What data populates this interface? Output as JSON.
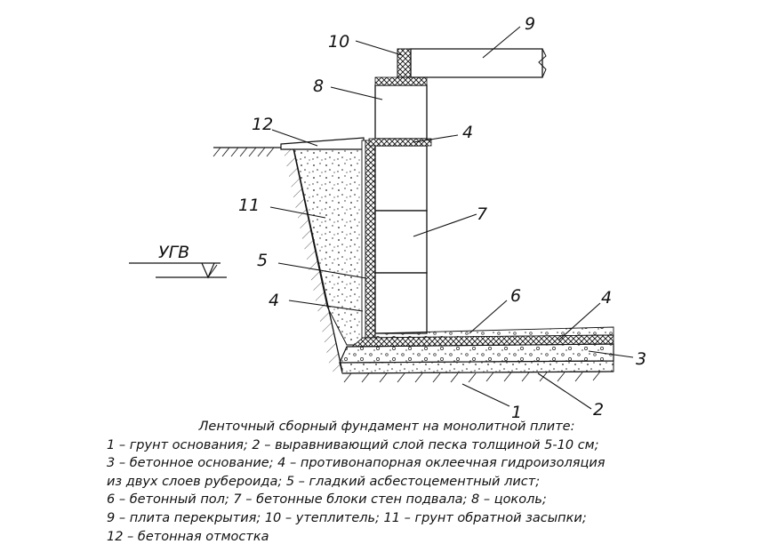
{
  "diagram": {
    "labels": [
      "1",
      "2",
      "3",
      "4",
      "4",
      "4",
      "5",
      "6",
      "7",
      "8",
      "9",
      "10",
      "11",
      "12"
    ],
    "ugv_label": "УГВ"
  },
  "caption": {
    "title": "Ленточный сборный фундамент на монолитной плите:",
    "lines": [
      "1 – грунт основания; 2 – выравнивающий слой песка толщиной 5-10 см;",
      "3 – бетонное основание; 4 – противонапорная оклеечная гидроизоляция",
      "из двух слоев рубероида; 5 – гладкий асбестоцементный лист;",
      "6 – бетонный пол; 7 – бетонные блоки стен подвала; 8 – цоколь;",
      "9 – плита перекрытия; 10 – утеплитель; 11 – грунт обратной засыпки;",
      "12 – бетонная отмостка"
    ]
  }
}
